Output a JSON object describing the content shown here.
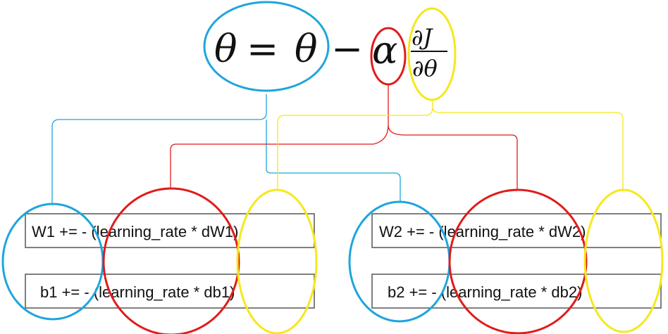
{
  "formula": {
    "theta_lhs": "θ",
    "equals": "=",
    "theta_rhs": "θ",
    "minus": "−",
    "alpha": "α",
    "numerator": "∂J",
    "denominator": "∂θ"
  },
  "code_boxes": [
    {
      "id": "w1",
      "text": "W1 += - (learning_rate * dW1)"
    },
    {
      "id": "b1",
      "text": "b1 += - (learning_rate * db1)"
    },
    {
      "id": "w2",
      "text": "W2 += - (learning_rate * dW2)"
    },
    {
      "id": "b2",
      "text": "b2 += - (learning_rate * db2)"
    }
  ],
  "colors": {
    "theta": "#1ea5dc",
    "alpha": "#e01b1b",
    "gradient": "#f5e81c",
    "box_border": "#555555",
    "text": "#111111"
  }
}
